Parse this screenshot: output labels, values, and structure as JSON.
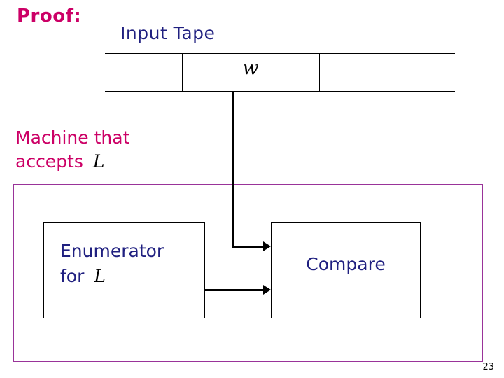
{
  "slide": {
    "proof_label": "Proof:",
    "input_tape_label": "Input Tape",
    "tape_symbol": "w",
    "machine_line1": "Machine that",
    "machine_line2": "accepts",
    "machine_language": "L",
    "enumerator_line1": "Enumerator",
    "enumerator_line2": "for",
    "enumerator_language": "L",
    "compare_label": "Compare",
    "page_number": "23"
  },
  "colors": {
    "proof_pink": "#cc0066",
    "navy_text": "#202080",
    "purple_border": "#993399",
    "black": "#000000",
    "background": "#ffffff"
  }
}
